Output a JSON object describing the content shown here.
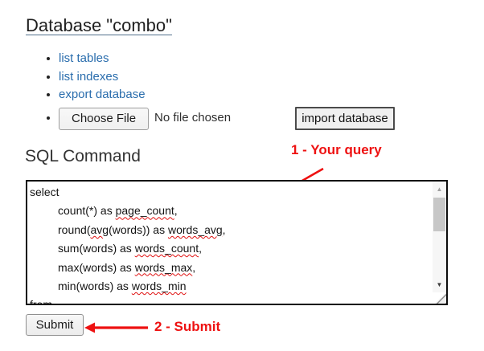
{
  "page": {
    "title": "Database \"combo\""
  },
  "nav": {
    "links": [
      {
        "label": "list tables"
      },
      {
        "label": "list indexes"
      },
      {
        "label": "export database"
      }
    ]
  },
  "file_upload": {
    "choose_button_label": "Choose File",
    "status": "No file chosen",
    "import_button_label": "import database"
  },
  "sql": {
    "heading": "SQL Command",
    "lines": [
      [
        {
          "t": "select"
        }
      ],
      [
        {
          "t": "         count(*) as "
        },
        {
          "t": "page_count",
          "m": true
        },
        {
          "t": ","
        }
      ],
      [
        {
          "t": "         round("
        },
        {
          "t": "avg",
          "m": true
        },
        {
          "t": "(words)) as "
        },
        {
          "t": "words_avg",
          "m": true
        },
        {
          "t": ","
        }
      ],
      [
        {
          "t": "         sum(words) as "
        },
        {
          "t": "words_count",
          "m": true
        },
        {
          "t": ","
        }
      ],
      [
        {
          "t": "         max(words) as "
        },
        {
          "t": "words_max",
          "m": true
        },
        {
          "t": ","
        }
      ],
      [
        {
          "t": "         min(words) as "
        },
        {
          "t": "words_min",
          "m": true
        }
      ],
      [
        {
          "t": "from"
        }
      ]
    ]
  },
  "submit": {
    "label": "Submit"
  },
  "annotations": {
    "query": "1 - Your query",
    "submit": "2 - Submit"
  },
  "colors": {
    "annotation_red": "#ee1111",
    "link_blue": "#2a6dad"
  }
}
